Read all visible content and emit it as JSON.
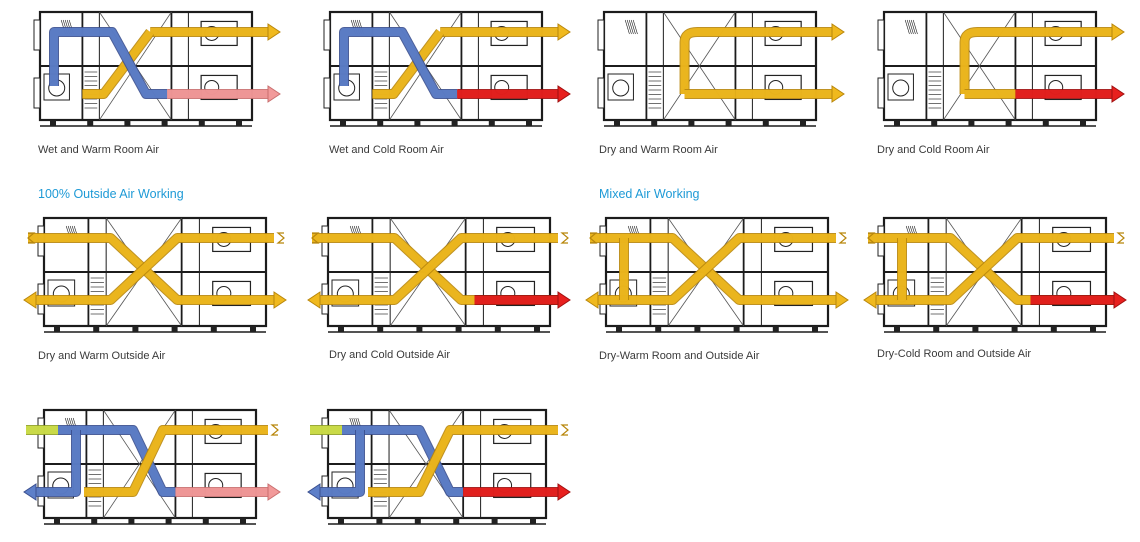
{
  "headings": {
    "outside_air": "100% Outside Air Working",
    "mixed_air": "Mixed Air Working"
  },
  "colors": {
    "yellow": "#f0b91e",
    "yellow_edge": "#b8860b",
    "blue": "#5d7fc9",
    "blue_edge": "#3a4f8f",
    "pink": "#f29a9a",
    "red": "#e8201e",
    "lime": "#cfe04a",
    "unit_line": "#1c1c1c"
  },
  "diagrams": [
    {
      "caption": "Wet and Warm Room Air",
      "supply_color": "pink",
      "mode": "recirc-heat-recovery"
    },
    {
      "caption": "Wet and Cold Room Air",
      "supply_color": "red",
      "mode": "recirc-heat-recovery"
    },
    {
      "caption": "Dry and Warm Room Air",
      "supply_color": "yellow",
      "mode": "recirc-bypass"
    },
    {
      "caption": "Dry and Cold Room Air",
      "supply_color": "red",
      "mode": "recirc-bypass"
    },
    {
      "caption": "Dry and Warm Outside Air",
      "supply_color": "yellow",
      "mode": "outside-air"
    },
    {
      "caption": "Dry and Cold Outside Air",
      "supply_color": "red",
      "mode": "outside-air"
    },
    {
      "caption": "Dry-Warm Room and Outside Air",
      "supply_color": "yellow",
      "mode": "mixed"
    },
    {
      "caption": "Dry-Cold Room and Outside Air",
      "supply_color": "red",
      "mode": "mixed"
    },
    {
      "caption": "",
      "supply_color": "pink",
      "mode": "mixed-humid"
    },
    {
      "caption": "",
      "supply_color": "red",
      "mode": "mixed-humid"
    }
  ]
}
